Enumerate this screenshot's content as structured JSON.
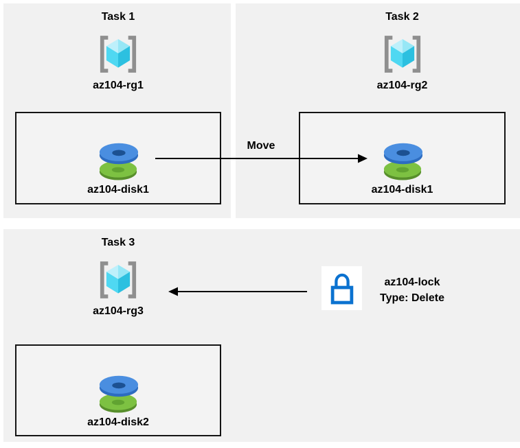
{
  "tasks": [
    {
      "title": "Task 1",
      "rg_label": "az104-rg1",
      "disk_label": "az104-disk1"
    },
    {
      "title": "Task 2",
      "rg_label": "az104-rg2",
      "disk_label": "az104-disk1"
    },
    {
      "title": "Task 3",
      "rg_label": "az104-rg3",
      "disk_label": "az104-disk2"
    }
  ],
  "move_arrow": {
    "label": "Move"
  },
  "lock": {
    "name": "az104-lock",
    "type": "Type: Delete"
  },
  "colors": {
    "panel_bg": "#f1f1f1",
    "box_border": "#141414",
    "arrow_black": "#000000",
    "bracket_gray": "#8f8f8f",
    "cube_light": "#bef0fb",
    "cube_mid_light": "#97e7f6",
    "cube_mid": "#4fd8f2",
    "cube_dark": "#2cc0e0",
    "disk_blue_top": "#4a8ee0",
    "disk_blue_side": "#2d6cc0",
    "disk_blue_hole": "#1c5192",
    "disk_green_top": "#7dc142",
    "disk_green_side": "#588f2c",
    "disk_green_hole": "#61a331",
    "lock_blue": "#0b72d0"
  }
}
